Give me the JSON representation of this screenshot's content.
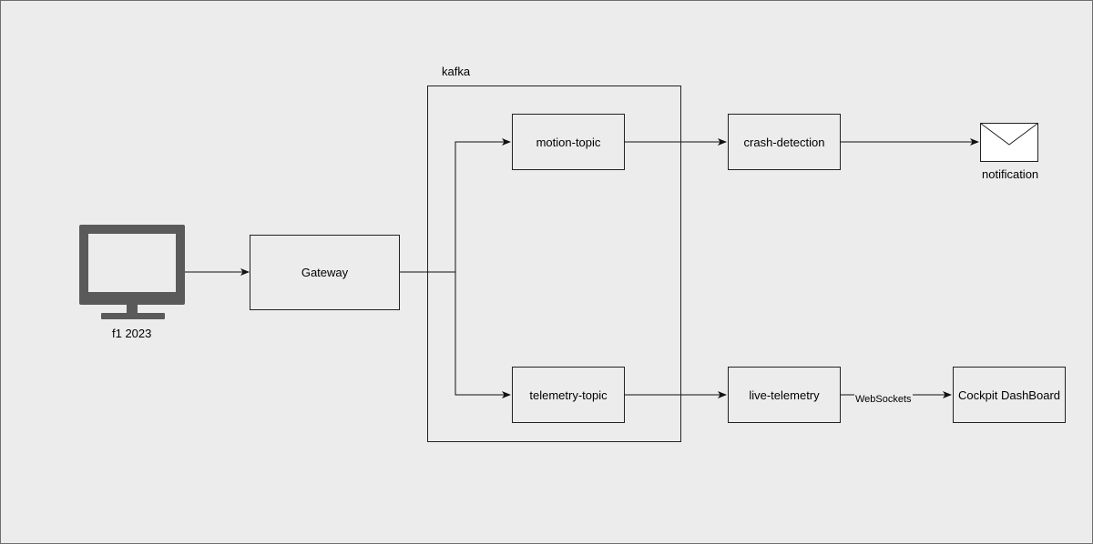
{
  "diagram": {
    "source": {
      "icon": "monitor-icon",
      "label": "f1 2023"
    },
    "gateway": {
      "label": "Gateway"
    },
    "kafka": {
      "label": "kafka",
      "topics": {
        "motion": "motion-topic",
        "telemetry": "telemetry-topic"
      }
    },
    "services": {
      "crash_detection": "crash-detection",
      "live_telemetry": "live-telemetry"
    },
    "outputs": {
      "notification": {
        "icon": "envelope-icon",
        "label": "notification"
      },
      "dashboard": "Cockpit DashBoard"
    },
    "edges": {
      "websockets": "WebSockets"
    },
    "colors": {
      "background": "#ececec",
      "stroke": "#222222",
      "monitor": "#5a5a5a"
    }
  }
}
